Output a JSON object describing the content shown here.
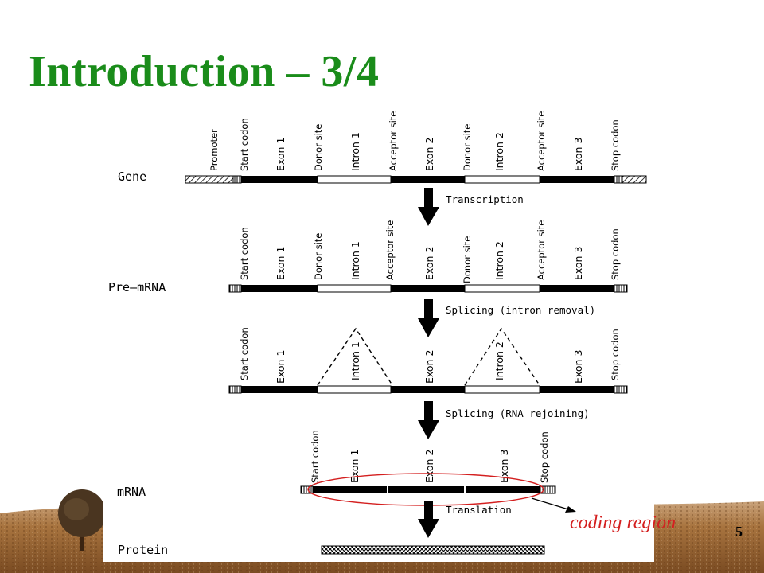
{
  "title": "Introduction – 3/4",
  "page_number": "5",
  "annotation": {
    "text": "coding region",
    "color": "#d42020"
  },
  "colors": {
    "title": "#1a8c1a",
    "ground": "#8a5a2a",
    "ellipse": "#d42020"
  },
  "rows": {
    "gene": {
      "title": "Gene",
      "labels": [
        "Promoter",
        "Start codon",
        "Exon 1",
        "Donor site",
        "Intron 1",
        "Acceptor site",
        "Exon 2",
        "Donor site",
        "Intron 2",
        "Acceptor site",
        "Exon 3",
        "Stop codon"
      ]
    },
    "premrna": {
      "title": "Pre–mRNA",
      "labels": [
        "Start codon",
        "Exon 1",
        "Donor site",
        "Intron 1",
        "Acceptor site",
        "Exon 2",
        "Donor site",
        "Intron 2",
        "Acceptor site",
        "Exon 3",
        "Stop codon"
      ]
    },
    "splicing": {
      "labels": [
        "Start codon",
        "Exon 1",
        "Intron 1",
        "Exon 2",
        "Intron 2",
        "Exon 3",
        "Stop codon"
      ]
    },
    "mrna": {
      "title": "mRNA",
      "labels": [
        "Start codon",
        "Exon 1",
        "Exon 2",
        "Exon 3",
        "Stop codon"
      ]
    },
    "protein": {
      "title": "Protein"
    }
  },
  "steps": {
    "transcription": "Transcription",
    "splicing_removal": "Splicing (intron removal)",
    "splicing_rejoin": "Splicing (RNA rejoining)",
    "translation": "Translation"
  }
}
